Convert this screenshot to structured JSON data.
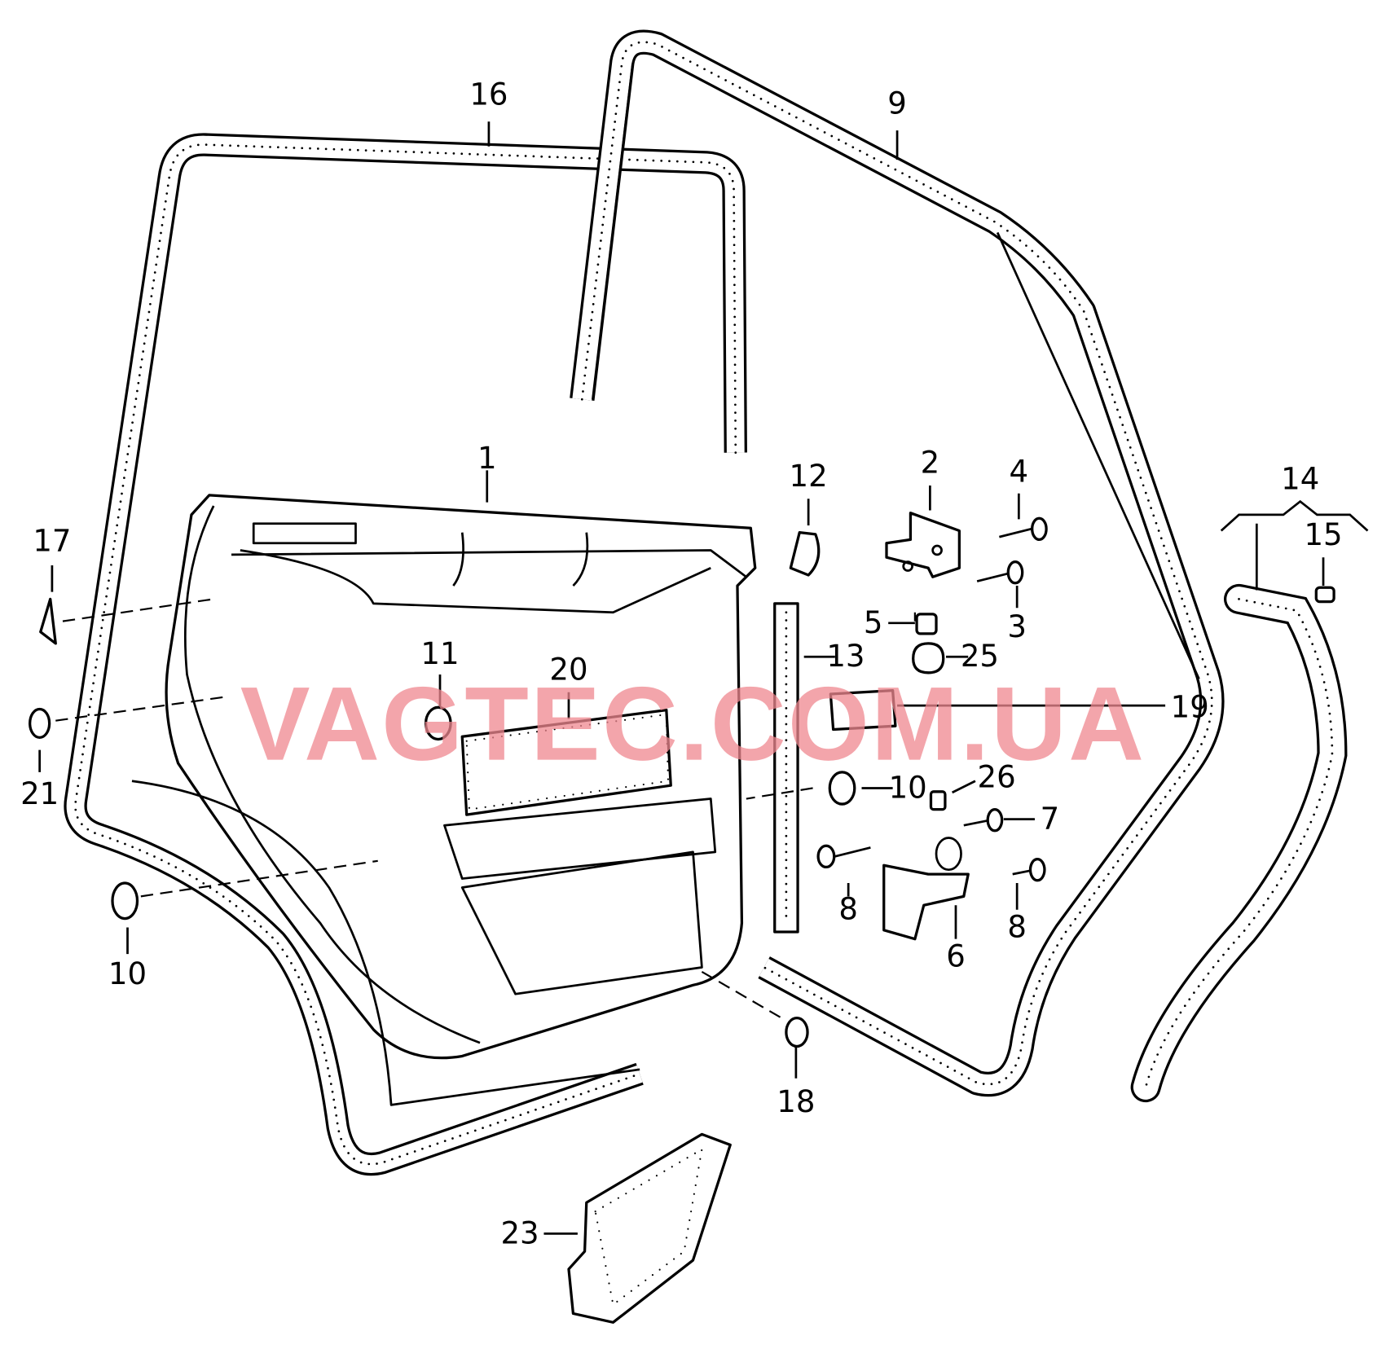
{
  "diagram": {
    "watermark": "VAGTEC.COM.UA",
    "callouts": [
      "16",
      "9",
      "1",
      "12",
      "2",
      "4",
      "14",
      "17",
      "15",
      "5",
      "3",
      "13",
      "25",
      "11",
      "20",
      "19",
      "26",
      "10",
      "7",
      "21",
      "8",
      "8",
      "6",
      "10",
      "18",
      "23"
    ]
  }
}
